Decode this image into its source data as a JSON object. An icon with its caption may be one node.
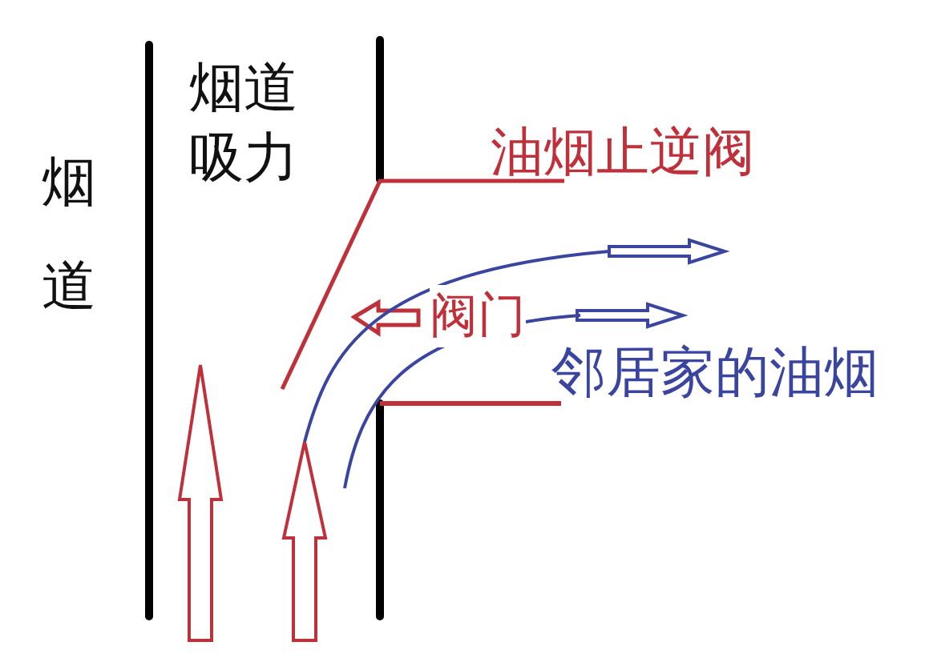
{
  "diagram": {
    "labels": [
      "烟道",
      "烟道吸力",
      "油烟止逆阀",
      "阀门",
      "邻居家的油烟"
    ]
  }
}
